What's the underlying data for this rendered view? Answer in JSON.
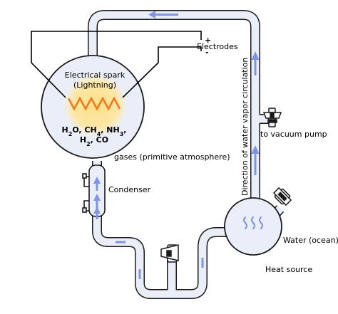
{
  "labels": {
    "plus": "+",
    "minus": "-",
    "electrodes": "Electrodes",
    "spark_line1": "Electrical spark",
    "spark_line2": "(Lightning)",
    "gases": "gases (primitive atmosphere)",
    "condenser": "Condenser",
    "direction": "Direction of water vapor circulation",
    "vacuum_pump": "to vacuum pump",
    "water": "Water (ocean)",
    "heat": "Heat source"
  },
  "chemistry": {
    "line1": [
      {
        "t": "H"
      },
      {
        "t": "2",
        "sub": true
      },
      {
        "t": "O, CH"
      },
      {
        "t": "4",
        "sub": true
      },
      {
        "t": ", NH"
      },
      {
        "t": "3",
        "sub": true
      },
      {
        "t": ","
      }
    ],
    "line2": [
      {
        "t": "H"
      },
      {
        "t": "2",
        "sub": true
      },
      {
        "t": ", CO"
      }
    ]
  },
  "colors": {
    "tube_fill": "#e9eef9",
    "outline": "#1a1a1a",
    "spark_glow": "#fcdf8a",
    "spark_zigzag": "#f07a1e",
    "flow_arrow": "#7f95df",
    "wire": "#000000"
  }
}
